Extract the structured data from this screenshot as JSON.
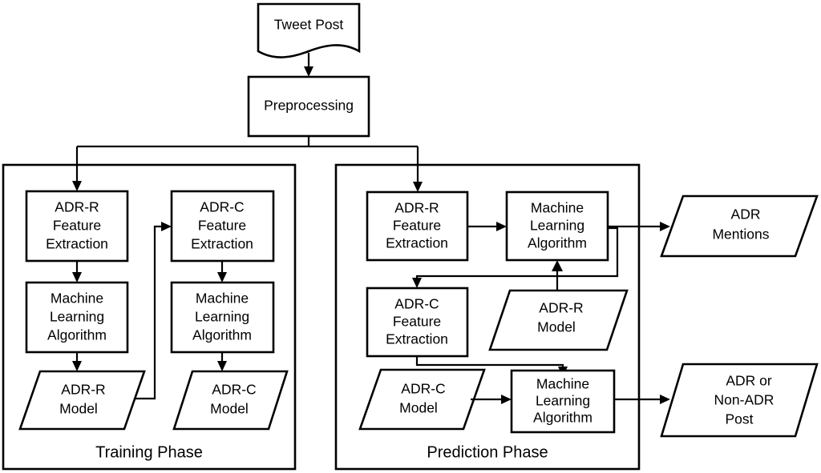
{
  "diagram": {
    "title": "ADR detection pipeline flowchart",
    "type": "flowchart",
    "background_color": "#ffffff",
    "line_color": "#000000",
    "shape_fill": "#ffffff"
  },
  "input": {
    "tweet_post": "Tweet Post",
    "preprocessing": "Preprocessing"
  },
  "training": {
    "phase_label": "Training Phase",
    "adr_r_feature_extraction_l1": "ADR-R",
    "adr_r_feature_extraction_l2": "Feature",
    "adr_r_feature_extraction_l3": "Extraction",
    "adr_r_ml_l1": "Machine",
    "adr_r_ml_l2": "Learning",
    "adr_r_ml_l3": "Algorithm",
    "adr_r_model_l1": "ADR-R",
    "adr_r_model_l2": "Model",
    "adr_c_feature_extraction_l1": "ADR-C",
    "adr_c_feature_extraction_l2": "Feature",
    "adr_c_feature_extraction_l3": "Extraction",
    "adr_c_ml_l1": "Machine",
    "adr_c_ml_l2": "Learning",
    "adr_c_ml_l3": "Algorithm",
    "adr_c_model_l1": "ADR-C",
    "adr_c_model_l2": "Model"
  },
  "prediction": {
    "phase_label": "Prediction Phase",
    "adr_r_feature_extraction_l1": "ADR-R",
    "adr_r_feature_extraction_l2": "Feature",
    "adr_r_feature_extraction_l3": "Extraction",
    "ml_top_l1": "Machine",
    "ml_top_l2": "Learning",
    "ml_top_l3": "Algorithm",
    "adr_c_feature_extraction_l1": "ADR-C",
    "adr_c_feature_extraction_l2": "Feature",
    "adr_c_feature_extraction_l3": "Extraction",
    "adr_r_model_l1": "ADR-R",
    "adr_r_model_l2": "Model",
    "adr_c_model_l1": "ADR-C",
    "adr_c_model_l2": "Model",
    "ml_bottom_l1": "Machine",
    "ml_bottom_l2": "Learning",
    "ml_bottom_l3": "Algorithm"
  },
  "outputs": {
    "adr_mentions_l1": "ADR",
    "adr_mentions_l2": "Mentions",
    "adr_or_non_adr_post_l1": "ADR or",
    "adr_or_non_adr_post_l2": "Non-ADR",
    "adr_or_non_adr_post_l3": "Post"
  }
}
